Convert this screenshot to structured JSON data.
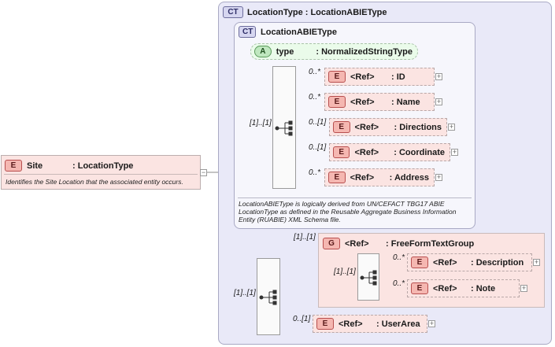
{
  "site": {
    "badge": "E",
    "name": "Site",
    "type": ": LocationType",
    "doc": "Identifies the Site Location that the associated entity occurs."
  },
  "location_type": {
    "badge": "CT",
    "title": "LocationType : LocationABIEType"
  },
  "location_abie_type": {
    "badge": "CT",
    "title": "LocationABIEType",
    "doc": [
      "LocationABIEType is logically derived from UN/CEFACT TBG17 ABIE",
      "LocationType as defined in the Reusable Aggregate Business Information",
      "Entity (RUABIE) XML Schema file."
    ]
  },
  "attribute": {
    "badge": "A",
    "name": "type",
    "type": ": NormalizedStringType"
  },
  "seq1_card": "[1]..[1]",
  "seq2_card": "[1]..[1]",
  "inner_elements": [
    {
      "badge": "E",
      "ref": "<Ref>",
      "name": ": ID",
      "card": "0..*"
    },
    {
      "badge": "E",
      "ref": "<Ref>",
      "name": ": Name",
      "card": "0..*"
    },
    {
      "badge": "E",
      "ref": "<Ref>",
      "name": ": Directions",
      "card": "0..[1]"
    },
    {
      "badge": "E",
      "ref": "<Ref>",
      "name": ": Coordinate",
      "card": "0..[1]"
    },
    {
      "badge": "E",
      "ref": "<Ref>",
      "name": ": Address",
      "card": "0..*"
    }
  ],
  "group": {
    "badge": "G",
    "ref": "<Ref>",
    "name": ": FreeFormTextGroup",
    "card": "[1]..[1]",
    "seq_card": "[1]..[1]",
    "elements": [
      {
        "badge": "E",
        "ref": "<Ref>",
        "name": ": Description",
        "card": "0..*"
      },
      {
        "badge": "E",
        "ref": "<Ref>",
        "name": ": Note",
        "card": "0..*"
      }
    ]
  },
  "user_area": {
    "badge": "E",
    "ref": "<Ref>",
    "name": ": UserArea",
    "card": "0..[1]"
  },
  "icons": {
    "expand": "plus-icon",
    "collapse": "minus-icon",
    "sequence": "sequence-icon"
  }
}
